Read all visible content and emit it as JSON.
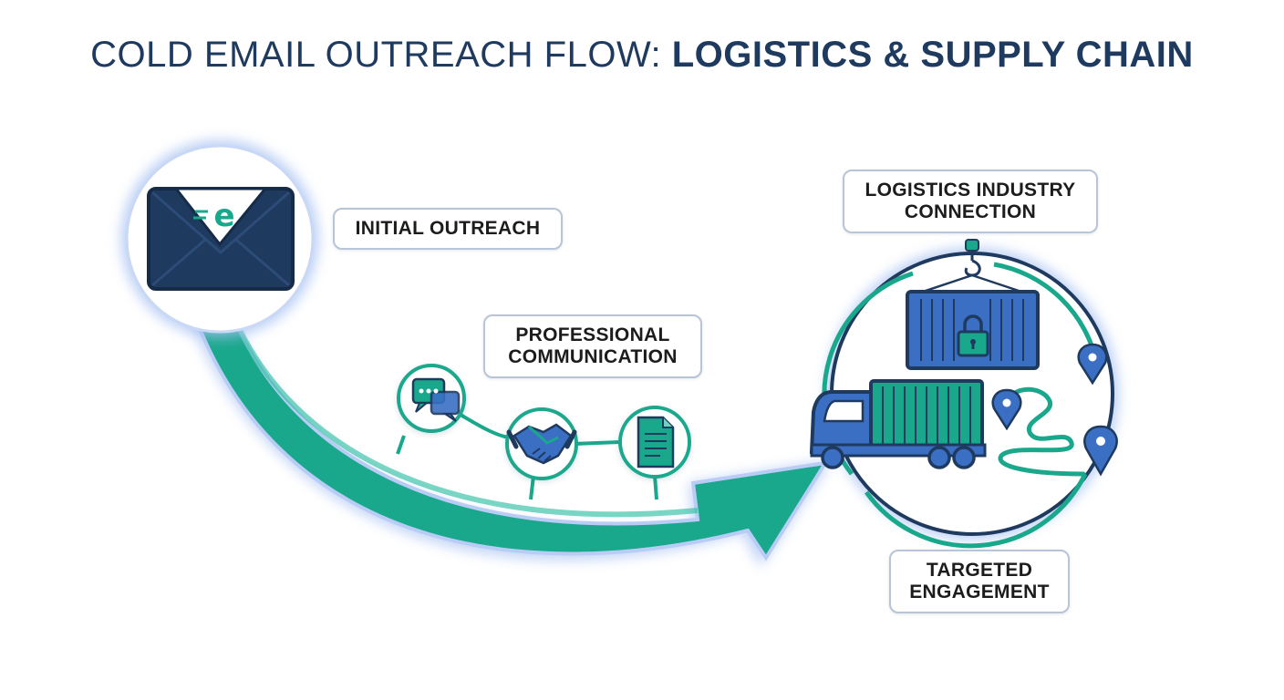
{
  "title": {
    "part1": "COLD EMAIL OUTREACH FLOW: ",
    "part2": "LOGISTICS & SUPPLY CHAIN"
  },
  "labels": {
    "initial_outreach": "INITIAL OUTREACH",
    "professional_line1": "PROFESSIONAL",
    "professional_line2": "COMMUNICATION",
    "logistics_line1": "LOGISTICS INDUSTRY",
    "logistics_line2": "CONNECTION",
    "targeted_line1": "TARGETED",
    "targeted_line2": "ENGAGEMENT"
  },
  "icons": {
    "envelope": "email-envelope-icon",
    "envelope_letter": "e",
    "chat": "chat-bubbles-icon",
    "handshake": "handshake-icon",
    "document": "document-icon",
    "container": "shipping-container-icon",
    "lock": "padlock-icon",
    "truck": "truck-icon",
    "pins": "map-pin-icon"
  },
  "colors": {
    "navy": "#1f3a5f",
    "teal": "#1aa88c",
    "blue": "#3a6fc4",
    "glow": "#a8c2f2"
  }
}
